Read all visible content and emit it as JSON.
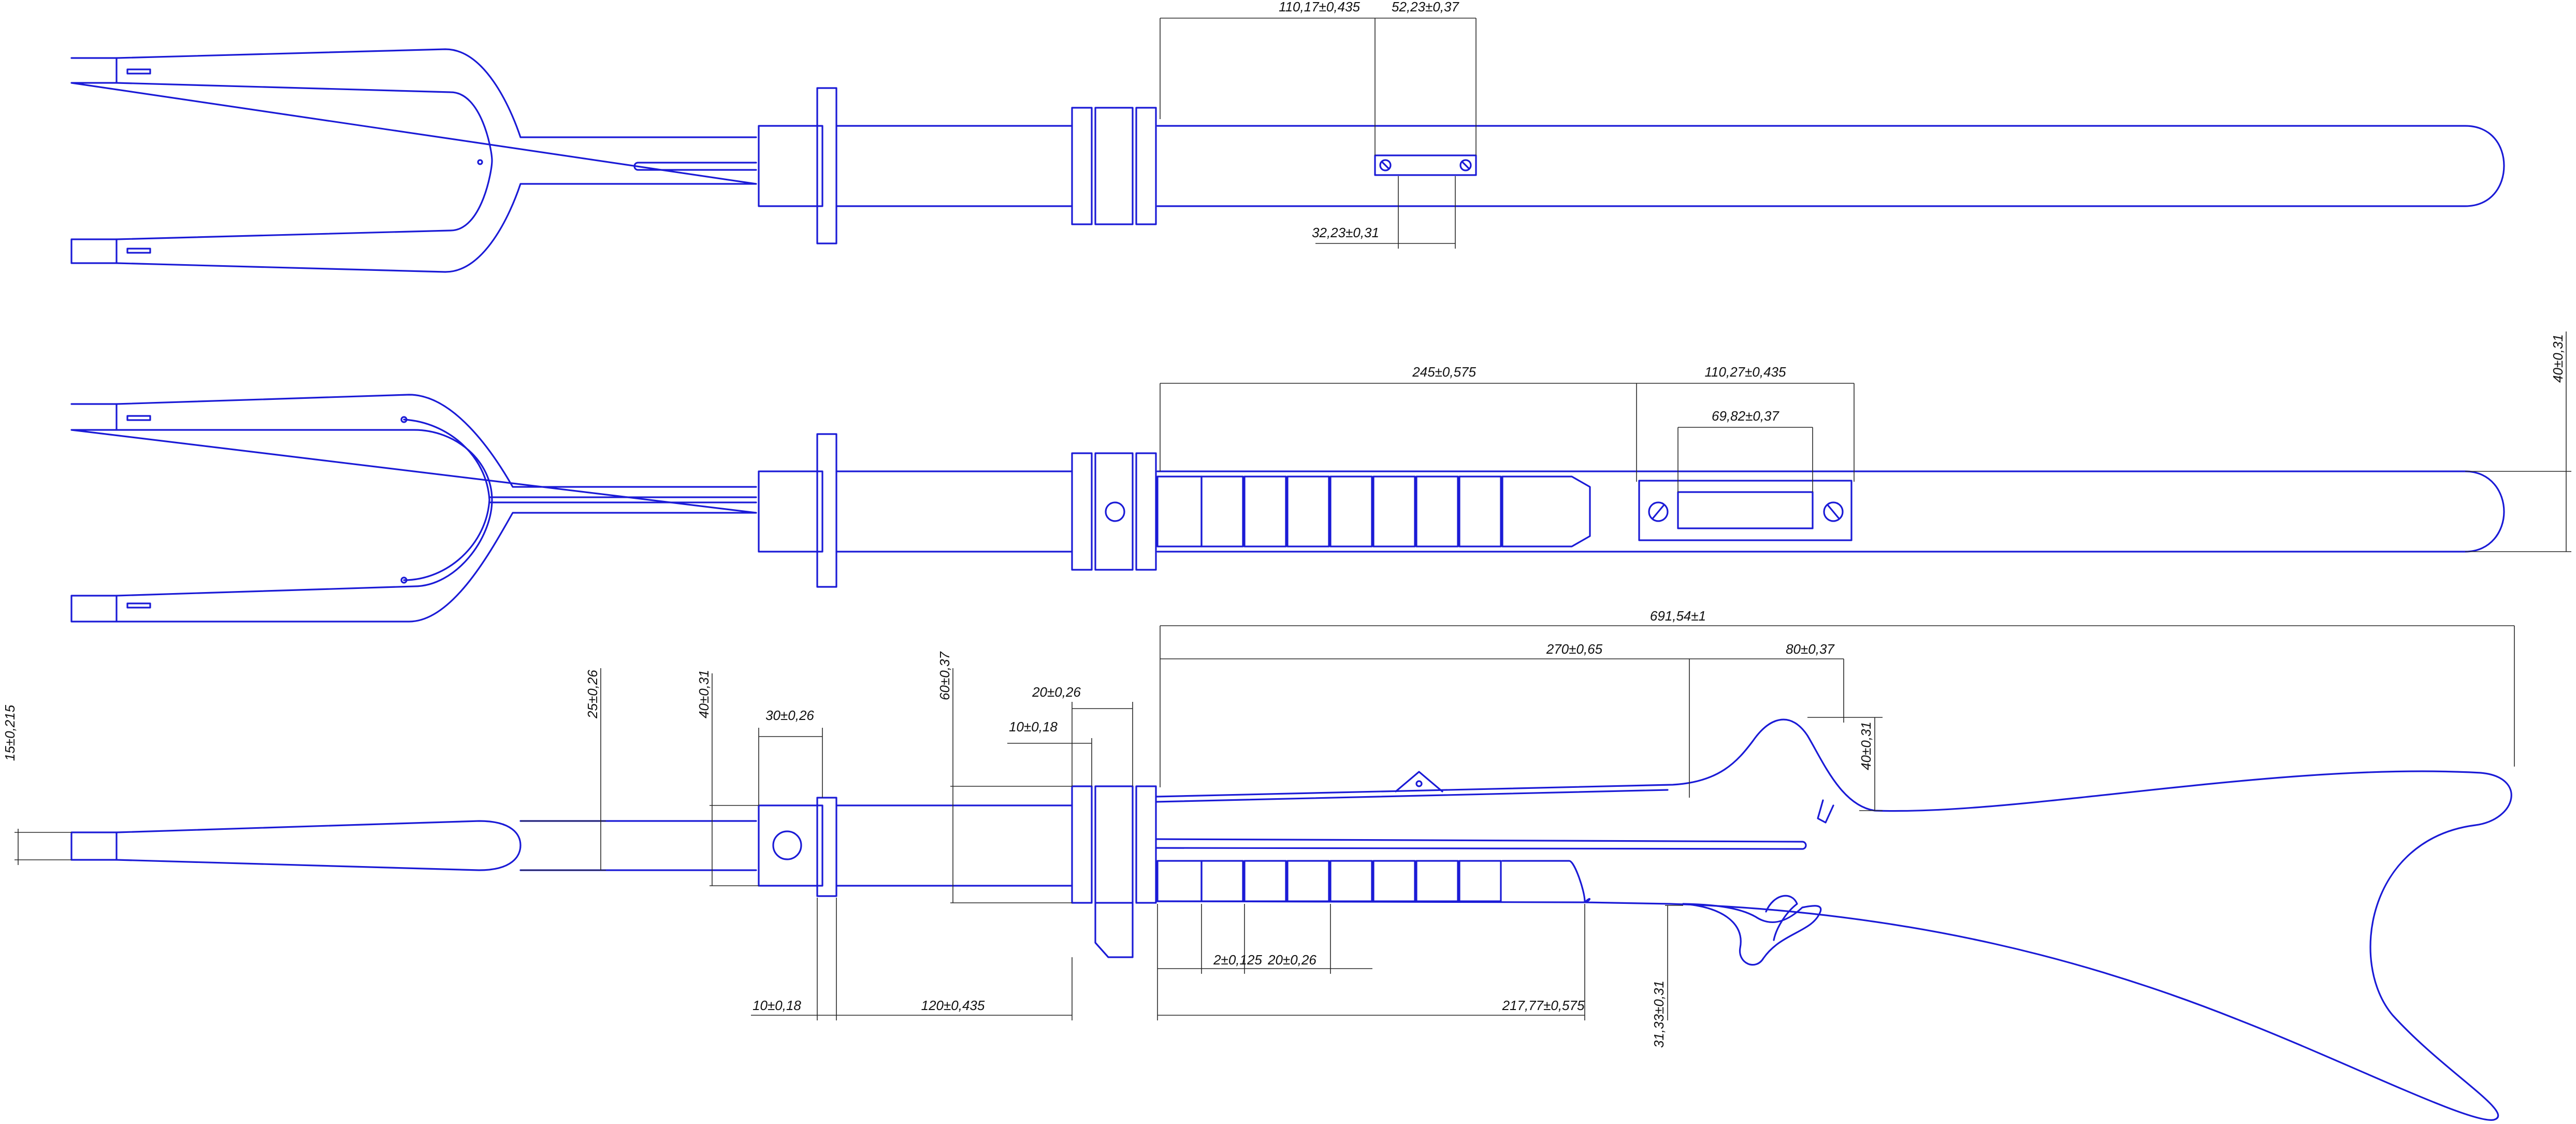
{
  "colors": {
    "part_outline": "#1a1ad6",
    "dimension_line": "#2a2a2a",
    "background": "#ffffff"
  },
  "views": [
    "top-view",
    "side-view",
    "front-view"
  ],
  "dimensions": {
    "top": {
      "d1": "110,17±0,435",
      "d2": "52,23±0,37",
      "d3": "32,23±0,31"
    },
    "mid": {
      "d1": "245±0,575",
      "d2": "110,27±0,435",
      "d3": "69,82±0,37",
      "d4": "40±0,31"
    },
    "bottom": {
      "overall": "691,54±1",
      "d270": "270±0,65",
      "d80": "80±0,37",
      "d40r": "40±0,31",
      "d15": "15±0,215",
      "d25": "25±0,26",
      "d40": "40±0,31",
      "d30": "30±0,26",
      "d60": "60±0,37",
      "d20a": "20±0,26",
      "d10a": "10±0,18",
      "d10b": "10±0,18",
      "d120": "120±0,435",
      "d2": "2±0,125",
      "d20b": "20±0,26",
      "d217": "217,77±0,575",
      "d31": "31,33±0,31"
    }
  }
}
